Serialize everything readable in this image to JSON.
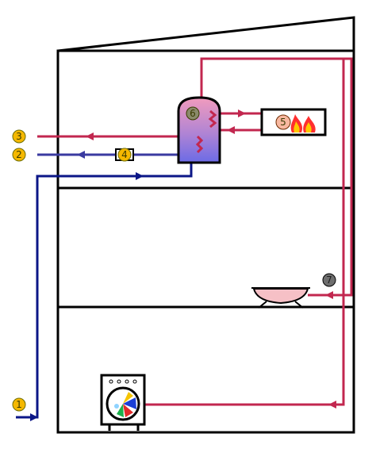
{
  "colors": {
    "hot": "#c2274f",
    "cold": "#3a3aa0",
    "supply": "#0b1687",
    "building": "#000000",
    "marker": "#f5b800",
    "marker_dark": "#6e6e6e",
    "tank_top": "#f19bbd",
    "tank_bottom": "#6b6be6",
    "flame_outer": "#ff2f2f",
    "flame_inner": "#ffc800",
    "basin": "#f6c0c6"
  },
  "markers": {
    "m1": {
      "label": "1"
    },
    "m2": {
      "label": "2"
    },
    "m3": {
      "label": "3"
    },
    "m4": {
      "label": "4"
    },
    "m5": {
      "label": "5"
    },
    "m6": {
      "label": "6"
    },
    "m7": {
      "label": "7"
    }
  },
  "icons": {
    "heater": "flame-icon",
    "washer": "washing-machine-icon",
    "basin": "basin-icon",
    "pump": "pump-icon",
    "tank": "hot-water-tank-icon"
  }
}
